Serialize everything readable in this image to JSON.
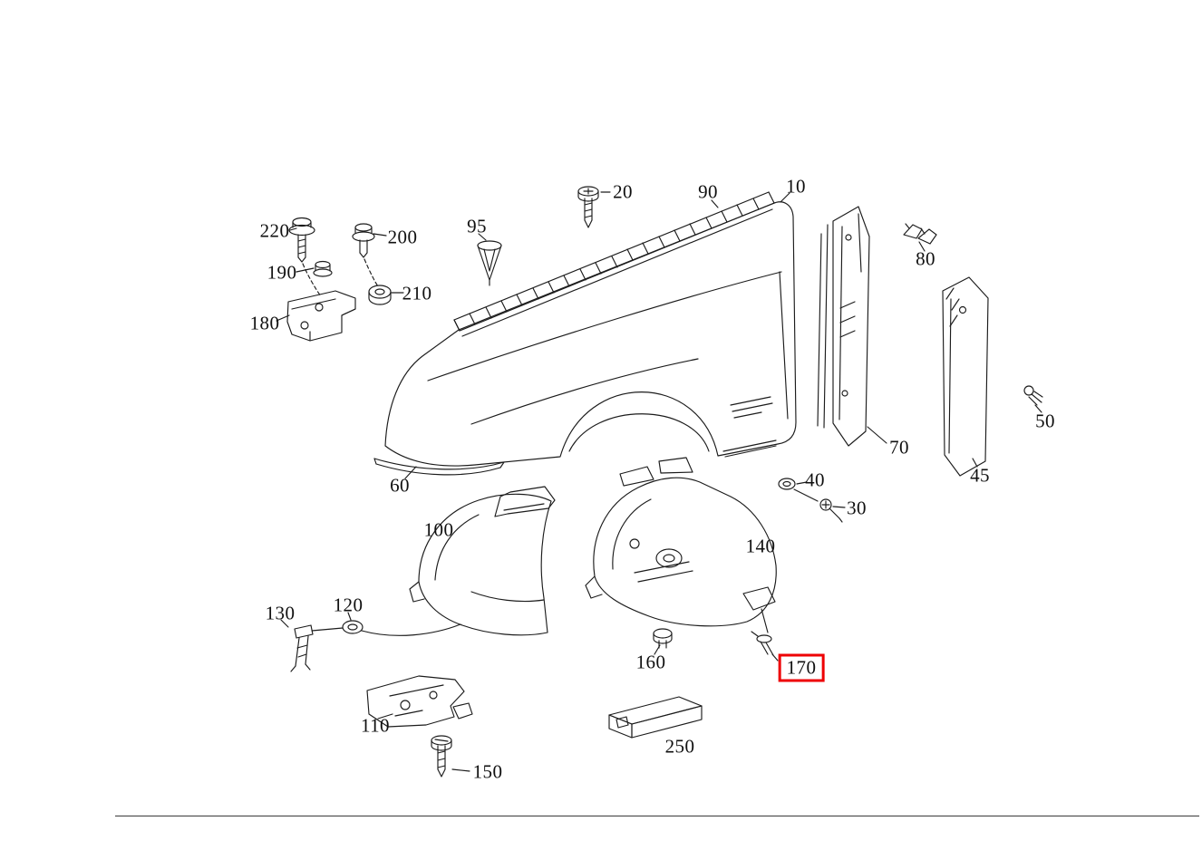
{
  "diagram": {
    "colors": {
      "background": "#ffffff",
      "line": "#1c1c1c",
      "highlight": "#ee0004",
      "divider": "#3a3a3a"
    },
    "labels": [
      {
        "text": "220",
        "highlighted": false
      },
      {
        "text": "200",
        "highlighted": false
      },
      {
        "text": "190",
        "highlighted": false
      },
      {
        "text": "210",
        "highlighted": false
      },
      {
        "text": "180",
        "highlighted": false
      },
      {
        "text": "95",
        "highlighted": false
      },
      {
        "text": "20",
        "highlighted": false
      },
      {
        "text": "90",
        "highlighted": false
      },
      {
        "text": "10",
        "highlighted": false
      },
      {
        "text": "80",
        "highlighted": false
      },
      {
        "text": "70",
        "highlighted": false
      },
      {
        "text": "45",
        "highlighted": false
      },
      {
        "text": "50",
        "highlighted": false
      },
      {
        "text": "40",
        "highlighted": false
      },
      {
        "text": "30",
        "highlighted": false
      },
      {
        "text": "60",
        "highlighted": false
      },
      {
        "text": "100",
        "highlighted": false
      },
      {
        "text": "140",
        "highlighted": false
      },
      {
        "text": "120",
        "highlighted": false
      },
      {
        "text": "130",
        "highlighted": false
      },
      {
        "text": "160",
        "highlighted": false
      },
      {
        "text": "170",
        "highlighted": true
      },
      {
        "text": "110",
        "highlighted": false
      },
      {
        "text": "150",
        "highlighted": false
      },
      {
        "text": "250",
        "highlighted": false
      }
    ]
  }
}
